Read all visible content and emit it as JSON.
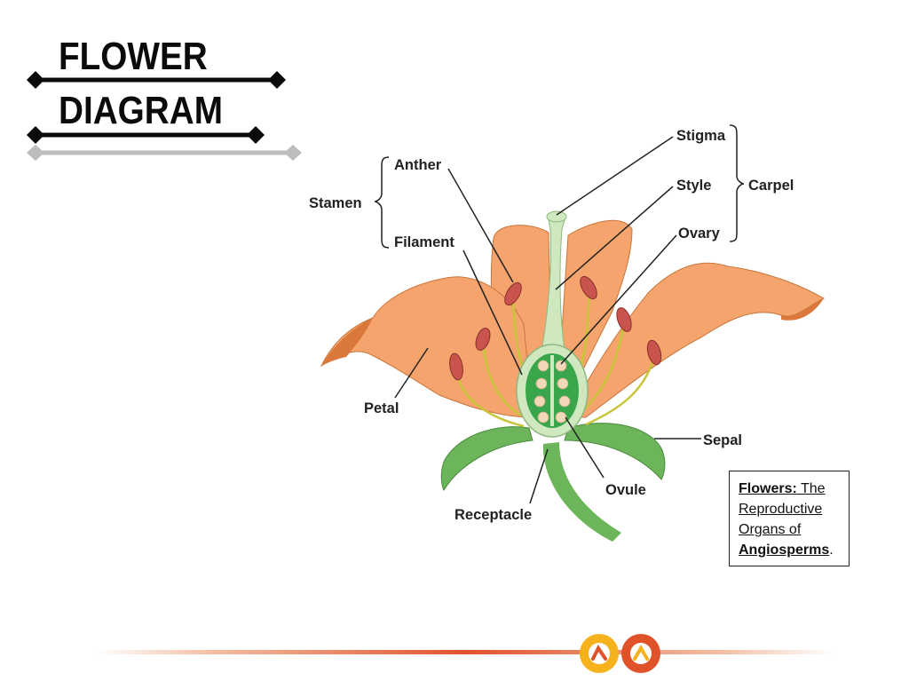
{
  "title": {
    "line1": "FLOWER",
    "line2": "DIAGRAM"
  },
  "labels": {
    "stigma": "Stigma",
    "style": "Style",
    "ovary": "Ovary",
    "carpel": "Carpel",
    "anther": "Anther",
    "filament": "Filament",
    "stamen": "Stamen",
    "petal": "Petal",
    "sepal": "Sepal",
    "ovule": "Ovule",
    "receptacle": "Receptacle"
  },
  "info_box": {
    "bold1": "Flowers:",
    "text1": " The",
    "text2": "Reproductive",
    "text3": "Organs of",
    "bold2": "Angiosperms",
    "tail": "."
  },
  "colors": {
    "petal": "#f4a46c",
    "petal_shadow": "#d9783a",
    "sepal": "#6cb55a",
    "pistil": "#cfe8c0",
    "ovary": "#3aa64c",
    "anther": "#c9544e",
    "filament": "#c8c53a",
    "footer_line": "#e0522a",
    "logo": "#f5b21d"
  },
  "icons": {
    "logo": "infinity-logo-icon"
  }
}
